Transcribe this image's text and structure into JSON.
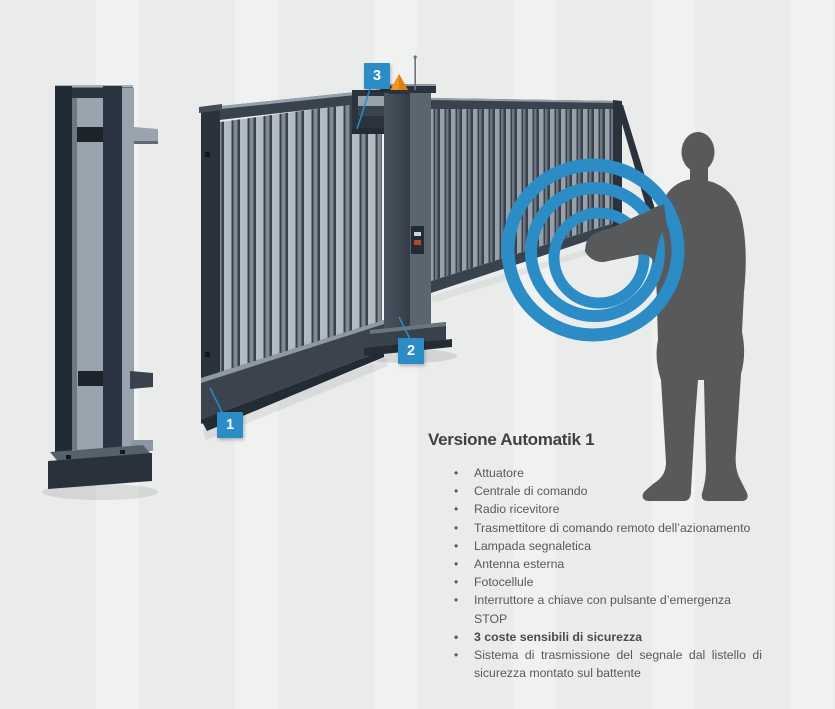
{
  "colors": {
    "accent_blue": "#2b8cc6",
    "silhouette_gray": "#58595b",
    "gate_dark": "#39424c",
    "slat_light": "#b2bac2",
    "lamp_orange": "#f7941d",
    "title_text": "#414042",
    "body_text": "#58595b",
    "background": "#eaebeb"
  },
  "markers": [
    {
      "number": "1"
    },
    {
      "number": "2"
    },
    {
      "number": "3"
    }
  ],
  "icons": {
    "signal_waves_icon": "three concentric blue rings",
    "warning_lamp_icon": "orange cone beacon",
    "antenna_icon": "thin vertical rod"
  },
  "section": {
    "title": "Versione Automatik 1",
    "items": [
      {
        "text": "Attuatore"
      },
      {
        "text": "Centrale di comando"
      },
      {
        "text": "Radio ricevitore"
      },
      {
        "text": "Trasmettitore di comando remoto dell’azionamento"
      },
      {
        "text": "Lampada segnaletica"
      },
      {
        "text": "Antenna esterna"
      },
      {
        "text": "Fotocellule"
      },
      {
        "text": "Interruttore a chiave con pulsante d’emergenza STOP"
      },
      {
        "text": "3 coste sensibili di sicurezza"
      },
      {
        "text": "Sistema di trasmissione del segnale dal listello di",
        "text2": "sicurezza montato sul battente"
      }
    ]
  }
}
